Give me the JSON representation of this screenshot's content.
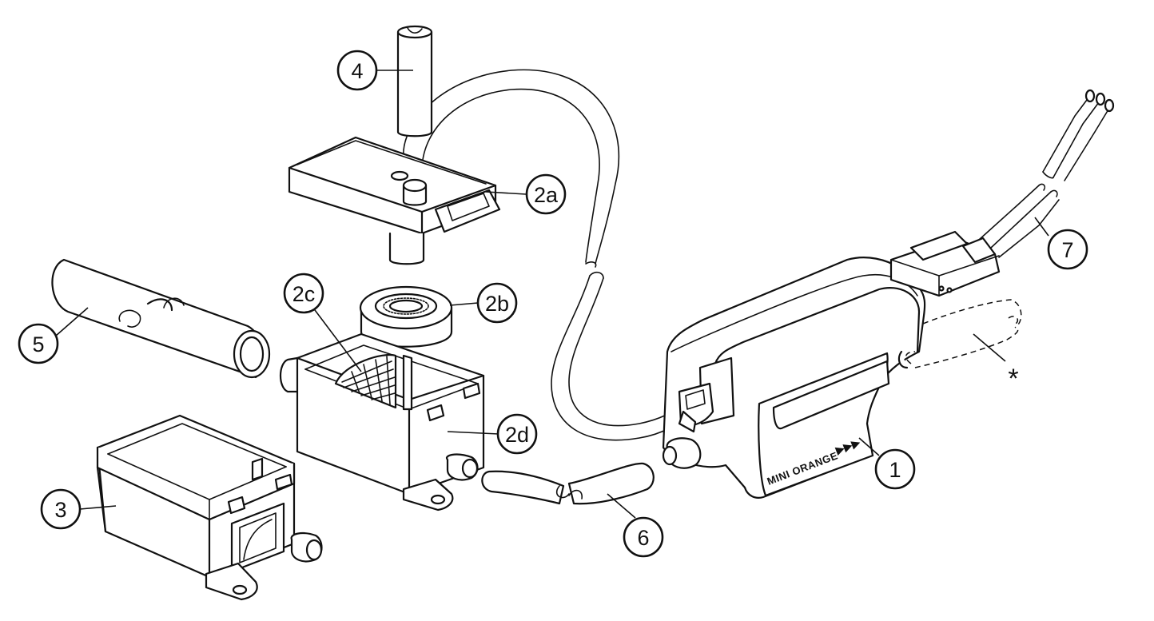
{
  "callouts": {
    "c4": "4",
    "c2a": "2a",
    "c2b": "2b",
    "c2c": "2c",
    "c2d": "2d",
    "c5": "5",
    "c3": "3",
    "c6": "6",
    "c1": "1",
    "c7": "7",
    "star": "*"
  },
  "product": {
    "brand_label": "MINI ORANGE",
    "arrows": "▶▶▶"
  }
}
